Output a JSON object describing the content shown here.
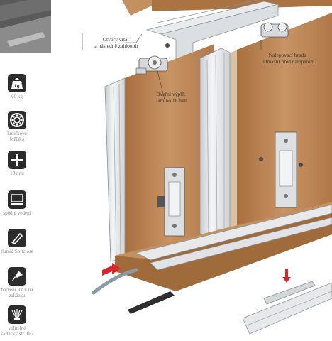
{
  "features": [
    {
      "icon": "weight-icon",
      "label": "60 kg"
    },
    {
      "icon": "ball-bearing-icon",
      "label": "kuličkové ložisko"
    },
    {
      "icon": "thickness-icon",
      "label": "18 mm"
    },
    {
      "icon": "bottom-guide-icon",
      "label": "spodní vedení"
    },
    {
      "icon": "softclose-icon",
      "label": "tlumič Softclose"
    },
    {
      "icon": "paint-brush-icon",
      "label": "barvení RAL na zakázku"
    },
    {
      "icon": "brush-strip-icon",
      "label": "volitelné kartáčky str. 162"
    }
  ],
  "weight_badge": "kg",
  "callouts": {
    "holes": [
      "Otvory vrtat",
      "a následně zahloubit"
    ],
    "bracket": [
      "Nalepovací brada",
      "odmastit před nalepením"
    ],
    "infill": [
      "Dveřní výplň:",
      "lamino 18 mm"
    ]
  },
  "colors": {
    "accent_red": "#d8262b",
    "wood": "#c08a57",
    "aluminium": "#e6e8ea"
  }
}
